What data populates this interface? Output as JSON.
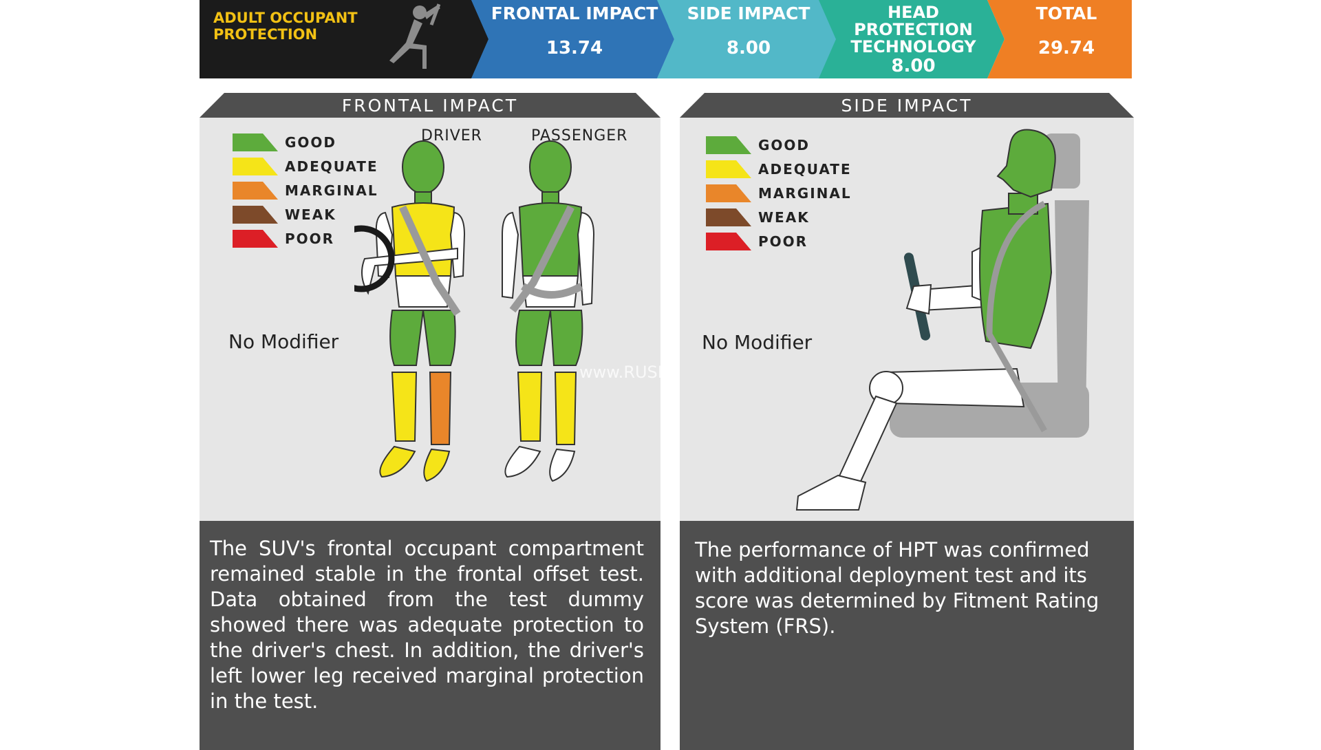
{
  "header": {
    "title": "ADULT OCCUPANT\nPROTECTION",
    "items": [
      {
        "label": "FRONTAL IMPACT",
        "score": "13.74",
        "color": "#2f74b6"
      },
      {
        "label": "SIDE IMPACT",
        "score": "8.00",
        "color": "#52b8c8"
      },
      {
        "label": "HEAD PROTECTION\nTECHNOLOGY",
        "score": "8.00",
        "color": "#2ab197"
      },
      {
        "label": "TOTAL",
        "score": "29.74",
        "color": "#ef7f24"
      }
    ]
  },
  "legend": [
    {
      "label": "GOOD",
      "color": "#5dab3c"
    },
    {
      "label": "ADEQUATE",
      "color": "#f5e418"
    },
    {
      "label": "MARGINAL",
      "color": "#e9862a"
    },
    {
      "label": "WEAK",
      "color": "#7d4a2a"
    },
    {
      "label": "POOR",
      "color": "#dc1f26"
    }
  ],
  "frontal": {
    "title": "FRONTAL IMPACT",
    "driver_label": "DRIVER",
    "passenger_label": "PASSENGER",
    "modifier": "No Modifier",
    "description": "The SUV's frontal occupant compartment remained stable in the frontal offset test. Data obtained from the test dummy showed there was adequate protection to the driver's chest. In addition, the driver's left lower leg received marginal protection in the test."
  },
  "side": {
    "title": "SIDE IMPACT",
    "modifier": "No Modifier",
    "description": "The performance of HPT was confirmed with additional deployment test and its score was determined by Fitment Rating System (FRS)."
  },
  "watermark": "www.RUSHLANE.com",
  "body_ratings": {
    "driver": {
      "head": "GOOD",
      "neck": "GOOD",
      "chest": "ADEQUATE",
      "upper_legs": "GOOD",
      "left_lower_leg": "MARGINAL",
      "right_lower_leg": "ADEQUATE"
    },
    "passenger": {
      "head": "GOOD",
      "neck": "GOOD",
      "chest": "GOOD",
      "upper_legs": "GOOD",
      "lower_legs": "ADEQUATE"
    },
    "side": {
      "head": "GOOD",
      "chest": "GOOD"
    }
  }
}
